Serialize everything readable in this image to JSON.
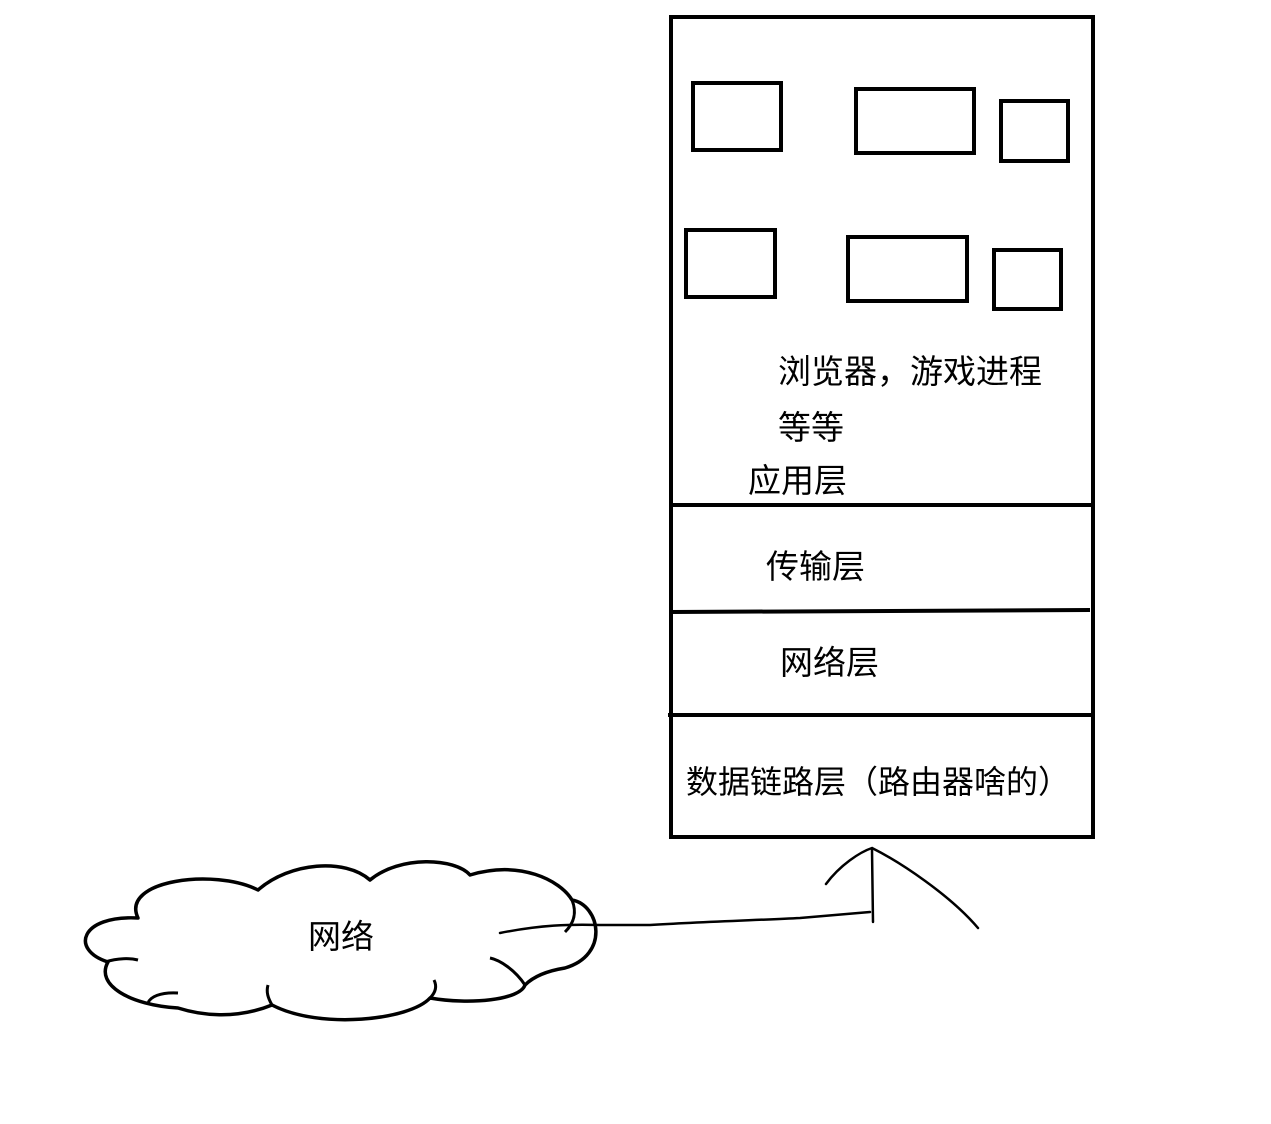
{
  "host": {
    "application_layer": {
      "label": "应用层",
      "processes_line1": "浏览器，游戏进程",
      "processes_line2": "等等"
    },
    "transport_layer": {
      "label": "传输层"
    },
    "network_layer": {
      "label": "网络层"
    },
    "data_link_layer": {
      "label": "数据链路层（路由器啥的）"
    }
  },
  "network_cloud": {
    "label": "网络"
  },
  "colors": {
    "stroke": "#000000",
    "background": "#ffffff"
  }
}
